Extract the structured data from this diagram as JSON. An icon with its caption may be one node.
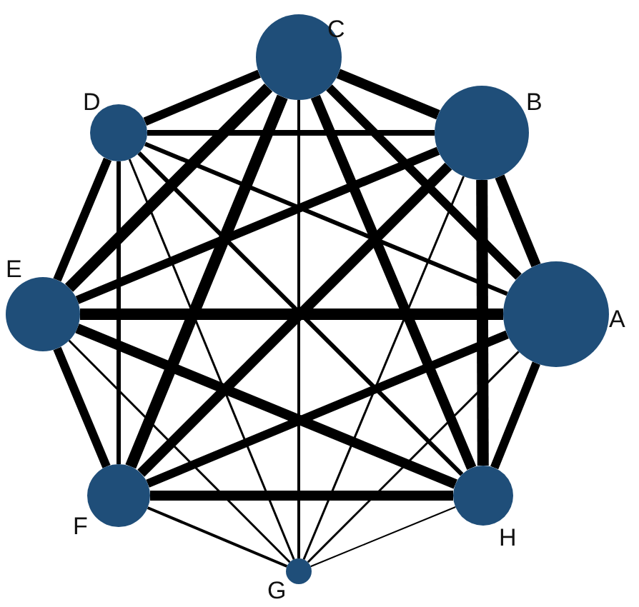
{
  "diagram": {
    "nodes": [
      {
        "text": [
          "C"
        ]
      },
      {
        "text": [
          "D"
        ]
      },
      {
        "text": [
          "B"
        ]
      },
      {
        "text": [
          "E"
        ]
      },
      {
        "text": [
          "A"
        ]
      },
      {
        "text": [
          "F"
        ]
      },
      {
        "text": [
          "H"
        ]
      },
      {
        "text": [
          "G"
        ]
      }
    ],
    "edges": [
      {
        "from": 0,
        "to": 1,
        "arrow": "none"
      },
      {
        "from": 0,
        "to": 2,
        "arrow": "none"
      },
      {
        "from": 0,
        "to": 3,
        "arrow": "none"
      },
      {
        "from": 0,
        "to": 4,
        "arrow": "none"
      },
      {
        "from": 0,
        "to": 5,
        "arrow": "none"
      },
      {
        "from": 0,
        "to": 6,
        "arrow": "none"
      },
      {
        "from": 0,
        "to": 7,
        "arrow": "none"
      },
      {
        "from": 1,
        "to": 2,
        "arrow": "none"
      },
      {
        "from": 1,
        "to": 3,
        "arrow": "none"
      },
      {
        "from": 1,
        "to": 4,
        "arrow": "none"
      },
      {
        "from": 1,
        "to": 5,
        "arrow": "none"
      },
      {
        "from": 1,
        "to": 6,
        "arrow": "none"
      },
      {
        "from": 1,
        "to": 7,
        "arrow": "none"
      },
      {
        "from": 2,
        "to": 3,
        "arrow": "none"
      },
      {
        "from": 2,
        "to": 4,
        "arrow": "none"
      },
      {
        "from": 2,
        "to": 5,
        "arrow": "none"
      },
      {
        "from": 2,
        "to": 6,
        "arrow": "none"
      },
      {
        "from": 2,
        "to": 7,
        "arrow": "none"
      },
      {
        "from": 3,
        "to": 4,
        "arrow": "none"
      },
      {
        "from": 3,
        "to": 5,
        "arrow": "none"
      },
      {
        "from": 3,
        "to": 6,
        "arrow": "none"
      },
      {
        "from": 3,
        "to": 7,
        "arrow": "none"
      },
      {
        "from": 4,
        "to": 5,
        "arrow": "none"
      },
      {
        "from": 4,
        "to": 6,
        "arrow": "none"
      },
      {
        "from": 4,
        "to": 7,
        "arrow": "none"
      },
      {
        "from": 5,
        "to": 6,
        "arrow": "none"
      },
      {
        "from": 5,
        "to": 7,
        "arrow": "none"
      },
      {
        "from": 6,
        "to": 7,
        "arrow": "none"
      }
    ]
  }
}
